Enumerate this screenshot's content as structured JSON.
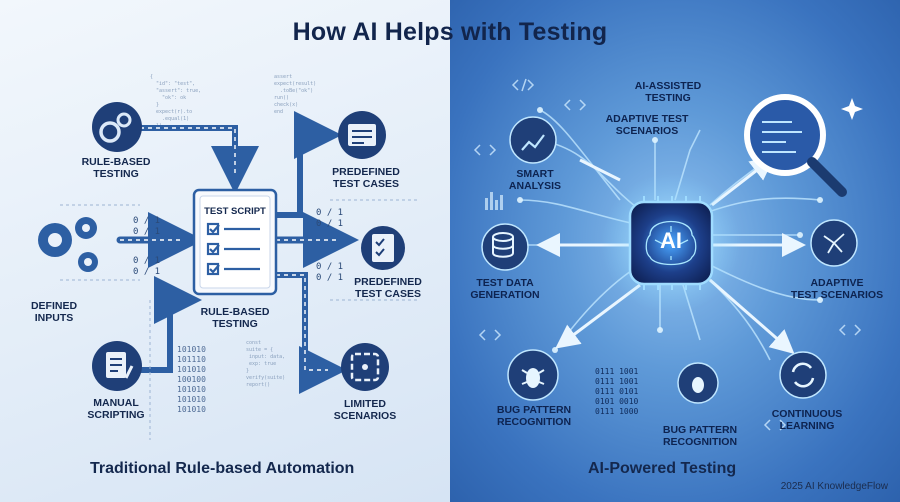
{
  "title": "How AI Helps with Testing",
  "left": {
    "heading": "Traditional Rule-based Automation",
    "nodes": {
      "rule_based_testing": "RULE-BASED\nTESTING",
      "defined_inputs": "DEFINED\nINPUTS",
      "manual_scripting": "MANUAL\nSCRIPTING",
      "test_script": "TEST SCRIPT",
      "script_caption": "RULE-BASED\nTESTING",
      "predefined_1": "PREDEFINED\nTEST CASES",
      "predefined_2": "PREDEFINED\nTEST CASES",
      "limited": "LIMITED\nSCENARIOS"
    },
    "bits": {
      "b1": "0 / 1\n0 / 1",
      "b2": "0 / 1\n0 / 1",
      "b3": "0 / 1\n0 / 1",
      "b4": "0 / 1\n0 / 1",
      "binary": "101010\n101110\n101010\n100100\n101010\n101010\n101010"
    }
  },
  "right": {
    "heading": "AI-Powered Testing",
    "center": "AI",
    "nodes": {
      "ai_assisted": "AI-ASSISTED\nTESTING",
      "adaptive_top": "ADAPTIVE TEST\nSCENARIOS",
      "smart_analysis": "SMART\nANALYSIS",
      "test_data": "TEST DATA\nGENERATION",
      "adaptive_right": "ADAPTIVE\nTEST SCENARIOS",
      "bug_left": "BUG PATTERN\nRECOGNITION",
      "bug_bottom": "BUG PATTERN\nRECOGNITION",
      "continuous": "CONTINUOUS\nLEARNING"
    },
    "binary": "0111 1001\n0111 1001\n0111 0101\n0101 0010\n0111 1000"
  },
  "credit": "2025 AI KnowledgeFlow",
  "colors": {
    "navy": "#14284e",
    "accent": "#2d5fa3",
    "glow": "#7fd3ff"
  }
}
